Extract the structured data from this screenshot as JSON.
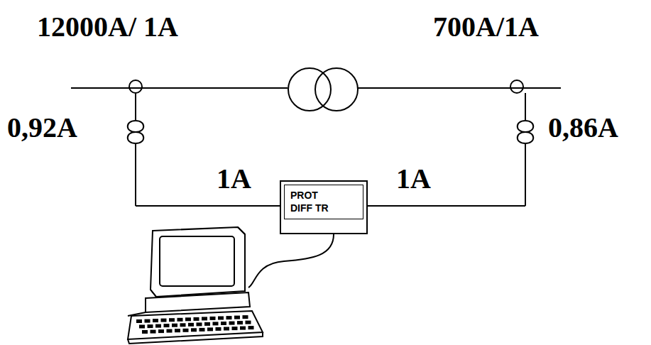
{
  "diagram": {
    "nodes": [
      {
        "text": [
          "PROT DIFF TR"
        ]
      }
    ],
    "labels": [
      "12000A/ 1A",
      "700A/1A",
      "0,92A",
      "1A",
      "1A",
      "0,86A"
    ]
  }
}
